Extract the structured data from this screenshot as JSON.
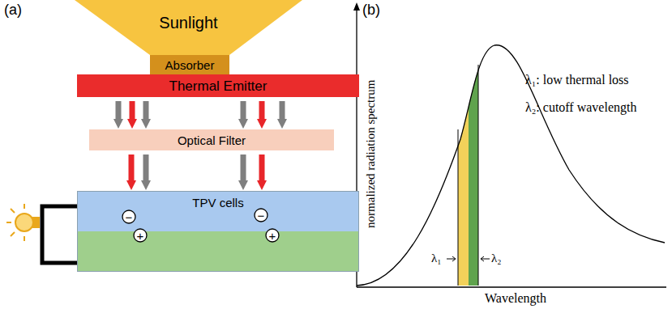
{
  "diagram": {
    "nodes": [
      {
        "text": [
          "Sunlight"
        ]
      },
      {
        "text": [
          "Absorber"
        ]
      },
      {
        "text": [
          "Thermal Emitter"
        ]
      },
      {
        "text": [
          "Optical Filter"
        ]
      },
      {
        "text": [
          "TPV cells"
        ]
      },
      {
        "text": [
          "−"
        ],
        "in": 4
      },
      {
        "text": [
          "+"
        ],
        "in": 4
      },
      {
        "text": [
          "−"
        ],
        "in": 4
      },
      {
        "text": [
          "+"
        ],
        "in": 4
      }
    ],
    "edges": [
      {
        "from": 2,
        "to": 3,
        "arrow": "to"
      },
      {
        "from": 2,
        "to": 3,
        "arrow": "to"
      },
      {
        "from": 2,
        "to": 3,
        "arrow": "to"
      },
      {
        "from": 2,
        "to": 3,
        "arrow": "to"
      },
      {
        "from": 2,
        "to": 3,
        "arrow": "to"
      },
      {
        "from": 2,
        "to": 3,
        "arrow": "to"
      },
      {
        "from": 3,
        "to": 4,
        "arrow": "to"
      },
      {
        "from": 3,
        "to": 4,
        "arrow": "to"
      },
      {
        "from": 3,
        "to": 4,
        "arrow": "to"
      },
      {
        "from": 3,
        "to": 4,
        "arrow": "to"
      }
    ],
    "labels": [
      "(a)",
      "(b)",
      "λ₁:  low thermal loss",
      "λ₂:  cutoff wavelength",
      "λ₁",
      "λ₂",
      "normalized radiation spectrum",
      "Wavelength"
    ]
  }
}
